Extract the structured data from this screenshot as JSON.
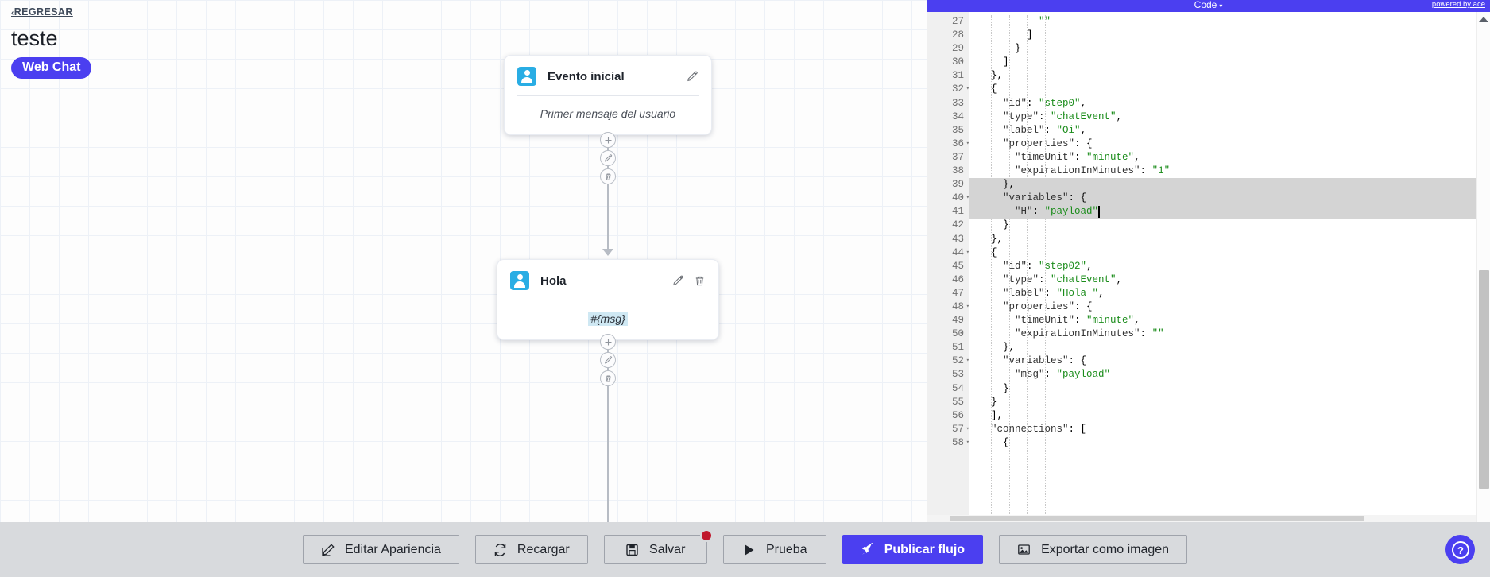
{
  "header": {
    "back_label": "REGRESAR",
    "back_carat": "‹",
    "flow_title": "teste",
    "channel_badge": "Web Chat"
  },
  "canvas": {
    "nodes": [
      {
        "title": "Evento inicial",
        "body_text": "Primer mensaje del usuario",
        "body_kind": "placeholder",
        "avatar_icon": "user-avatar-icon",
        "has_delete": false
      },
      {
        "title": "Hola",
        "body_text": "#{msg}",
        "body_kind": "variable",
        "avatar_icon": "user-avatar-icon",
        "has_delete": true
      }
    ],
    "mini_actions": [
      "add-icon",
      "edit-icon",
      "delete-icon"
    ]
  },
  "code_panel": {
    "title": "Code",
    "title_caret": "▾",
    "powered_by": "powered by ace",
    "toggle_chevron": "❯",
    "first_line": 27,
    "lines": [
      {
        "n": 27,
        "text": "        \"\"",
        "fold": false,
        "sel": false
      },
      {
        "n": 28,
        "text": "      ]",
        "fold": false,
        "sel": false
      },
      {
        "n": 29,
        "text": "    }",
        "fold": false,
        "sel": false
      },
      {
        "n": 30,
        "text": "  ]",
        "fold": false,
        "sel": false
      },
      {
        "n": 31,
        "text": "},",
        "fold": false,
        "sel": false
      },
      {
        "n": 32,
        "text": "{",
        "fold": true,
        "sel": false
      },
      {
        "n": 33,
        "text": "  \"id\": \"step0\",",
        "fold": false,
        "sel": false
      },
      {
        "n": 34,
        "text": "  \"type\": \"chatEvent\",",
        "fold": false,
        "sel": false
      },
      {
        "n": 35,
        "text": "  \"label\": \"Oi\",",
        "fold": false,
        "sel": false
      },
      {
        "n": 36,
        "text": "  \"properties\": {",
        "fold": true,
        "sel": false
      },
      {
        "n": 37,
        "text": "    \"timeUnit\": \"minute\",",
        "fold": false,
        "sel": false
      },
      {
        "n": 38,
        "text": "    \"expirationInMinutes\": \"1\"",
        "fold": false,
        "sel": false
      },
      {
        "n": 39,
        "text": "  },",
        "fold": false,
        "sel": true
      },
      {
        "n": 40,
        "text": "  \"variables\": {",
        "fold": true,
        "sel": true
      },
      {
        "n": 41,
        "text": "    \"H\": \"payload\"",
        "fold": false,
        "sel": true
      },
      {
        "n": 42,
        "text": "  }",
        "fold": false,
        "sel": false
      },
      {
        "n": 43,
        "text": "},",
        "fold": false,
        "sel": false
      },
      {
        "n": 44,
        "text": "{",
        "fold": true,
        "sel": false
      },
      {
        "n": 45,
        "text": "  \"id\": \"step02\",",
        "fold": false,
        "sel": false
      },
      {
        "n": 46,
        "text": "  \"type\": \"chatEvent\",",
        "fold": false,
        "sel": false
      },
      {
        "n": 47,
        "text": "  \"label\": \"Hola \",",
        "fold": false,
        "sel": false
      },
      {
        "n": 48,
        "text": "  \"properties\": {",
        "fold": true,
        "sel": false
      },
      {
        "n": 49,
        "text": "    \"timeUnit\": \"minute\",",
        "fold": false,
        "sel": false
      },
      {
        "n": 50,
        "text": "    \"expirationInMinutes\": \"\"",
        "fold": false,
        "sel": false
      },
      {
        "n": 51,
        "text": "  },",
        "fold": false,
        "sel": false
      },
      {
        "n": 52,
        "text": "  \"variables\": {",
        "fold": true,
        "sel": false
      },
      {
        "n": 53,
        "text": "    \"msg\": \"payload\"",
        "fold": false,
        "sel": false
      },
      {
        "n": 54,
        "text": "  }",
        "fold": false,
        "sel": false
      },
      {
        "n": 55,
        "text": "}",
        "fold": false,
        "sel": false
      },
      {
        "n": 56,
        "text": "],",
        "fold": false,
        "sel": false
      },
      {
        "n": 57,
        "text": "\"connections\": [",
        "fold": true,
        "sel": false
      },
      {
        "n": 58,
        "text": "  {",
        "fold": true,
        "sel": false
      }
    ]
  },
  "toolbar": {
    "buttons": [
      {
        "label": "Editar Apariencia",
        "icon": "pencil-square-icon",
        "primary": false,
        "badge": false
      },
      {
        "label": "Recargar",
        "icon": "refresh-icon",
        "primary": false,
        "badge": false
      },
      {
        "label": "Salvar",
        "icon": "save-disk-icon",
        "primary": false,
        "badge": true
      },
      {
        "label": "Prueba",
        "icon": "play-icon",
        "primary": false,
        "badge": false
      },
      {
        "label": "Publicar flujo",
        "icon": "rocket-icon",
        "primary": true,
        "badge": false
      },
      {
        "label": "Exportar como imagen",
        "icon": "image-icon",
        "primary": false,
        "badge": false
      }
    ],
    "help_label": "?"
  },
  "colors": {
    "brand_purple": "#4b3ff0",
    "avatar_blue": "#29ade4",
    "badge_red": "#c0182c",
    "toolbar_gray": "#d8dadd",
    "selection_gray": "#d4d4d4",
    "string_green": "#1a8c1a",
    "key_blue": "#0000c0"
  }
}
